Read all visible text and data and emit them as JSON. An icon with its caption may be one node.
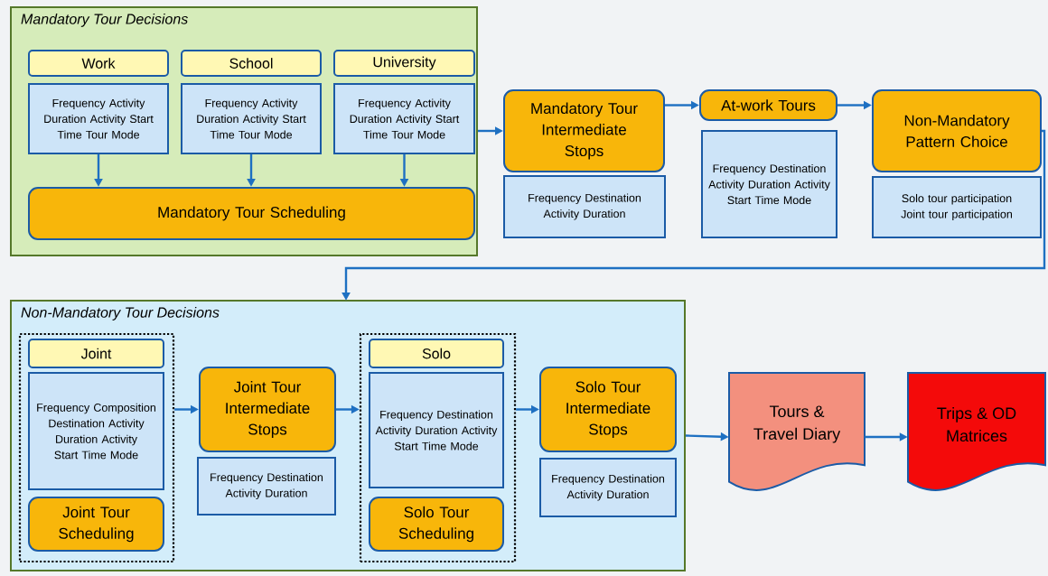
{
  "diagram": {
    "nodes": [
      {
        "text": [
          "Mandatory Tour Decisions"
        ]
      },
      {
        "text": [
          "Work"
        ],
        "in": 0
      },
      {
        "text": [
          "Frequency Activity Duration Activity Start Time Tour Mode"
        ],
        "in": 0
      },
      {
        "text": [
          "School"
        ],
        "in": 0
      },
      {
        "text": [
          "Frequency Activity Duration Activity Start Time Tour Mode"
        ],
        "in": 0
      },
      {
        "text": [
          "University"
        ],
        "in": 0
      },
      {
        "text": [
          "Frequency Activity Duration Activity Start Time Tour Mode"
        ],
        "in": 0
      },
      {
        "text": [
          "Mandatory Tour Scheduling"
        ],
        "in": 0
      },
      {
        "text": [
          "Mandatory Tour Intermediate Stops"
        ]
      },
      {
        "text": [
          "Frequency Destination Activity Duration"
        ]
      },
      {
        "text": [
          "At-work Tours"
        ]
      },
      {
        "text": [
          "Frequency Destination Activity Duration Activity Start Time Mode"
        ]
      },
      {
        "text": [
          "Non-Mandatory Pattern Choice"
        ]
      },
      {
        "text": [
          "Solo tour participation Joint tour participation"
        ]
      },
      {
        "text": [
          "Non-Mandatory Tour Decisions"
        ]
      },
      {
        "text": [],
        "shape": "box",
        "in": 14
      },
      {
        "text": [
          "Joint"
        ],
        "in": 15
      },
      {
        "text": [
          "Frequency Composition Destination Activity Duration Activity Start Time Mode"
        ],
        "in": 15
      },
      {
        "text": [
          "Joint Tour Scheduling"
        ],
        "in": 15
      },
      {
        "text": [
          "Joint Tour Intermediate Stops"
        ],
        "in": 14
      },
      {
        "text": [
          "Frequency Destination Activity Duration"
        ],
        "in": 14
      },
      {
        "text": [],
        "shape": "box",
        "in": 14
      },
      {
        "text": [
          "Solo"
        ],
        "in": 21
      },
      {
        "text": [
          "Frequency Destination Activity Duration Activity Start Time Mode"
        ],
        "in": 21
      },
      {
        "text": [
          "Solo Tour Scheduling"
        ],
        "in": 21
      },
      {
        "text": [
          "Solo Tour Intermediate Stops"
        ],
        "in": 14
      },
      {
        "text": [
          "Frequency Destination Activity Duration"
        ],
        "in": 14
      },
      {
        "text": [
          "Tours & Travel Diary"
        ]
      },
      {
        "text": [
          "Trips & OD Matrices"
        ]
      }
    ],
    "edges": [
      {
        "from": 2,
        "to": 7,
        "arrow": "to"
      },
      {
        "from": 4,
        "to": 7,
        "arrow": "to"
      },
      {
        "from": 6,
        "to": 7,
        "arrow": "to"
      },
      {
        "from": 0,
        "to": 8,
        "arrow": "to"
      },
      {
        "from": 8,
        "to": 10,
        "arrow": "to"
      },
      {
        "from": 10,
        "to": 12,
        "arrow": "to"
      },
      {
        "from": 12,
        "to": 14,
        "arrow": "to"
      },
      {
        "from": 15,
        "to": 19,
        "arrow": "to"
      },
      {
        "from": 19,
        "to": 21,
        "arrow": "to"
      },
      {
        "from": 21,
        "to": 25,
        "arrow": "to"
      },
      {
        "from": 14,
        "to": 27,
        "arrow": "to"
      },
      {
        "from": 27,
        "to": 28,
        "arrow": "to"
      }
    ]
  }
}
